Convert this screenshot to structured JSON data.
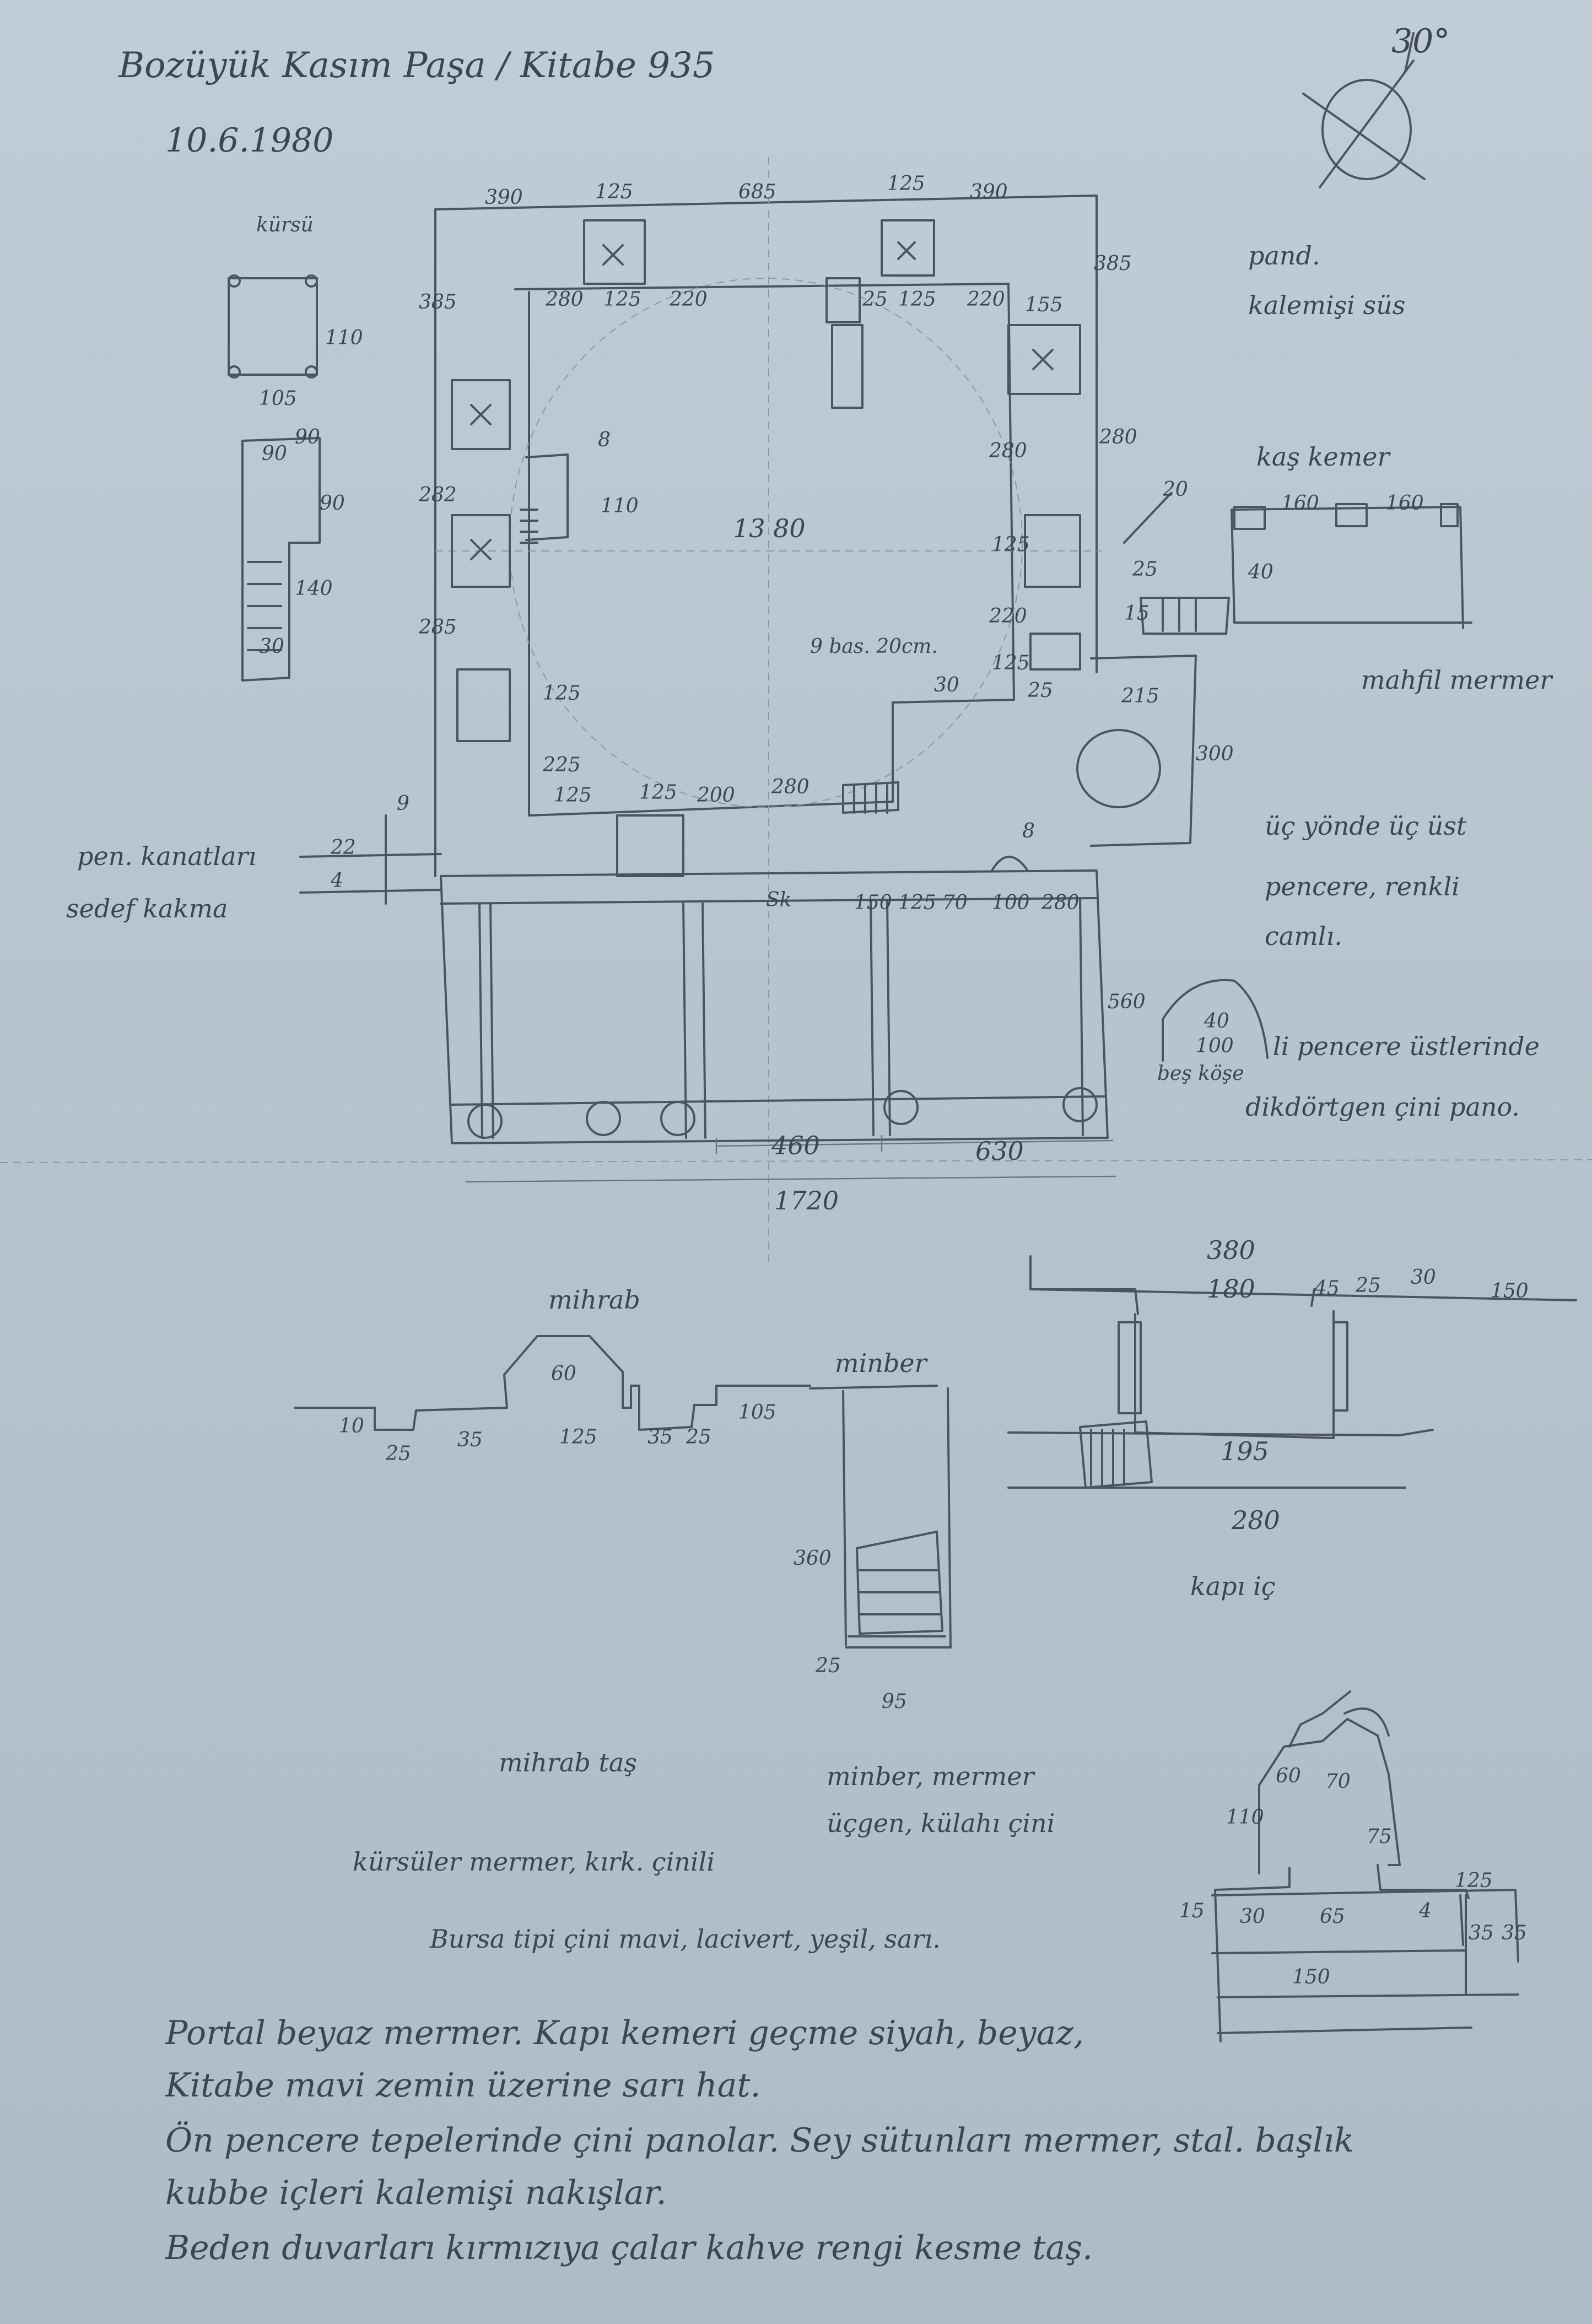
{
  "header": {
    "title": "Bozüyük Kasım Paşa / Kitabe 935",
    "date": "10.6.1980"
  },
  "compass": {
    "angle": "30°"
  },
  "plan": {
    "top_dims": [
      "390",
      "125",
      "685",
      "125",
      "390"
    ],
    "inner_top_dims": [
      "280",
      "125",
      "220",
      "25",
      "125",
      "220"
    ],
    "right_dims": [
      "385",
      "155",
      "280",
      "280",
      "125",
      "220",
      "125",
      "25",
      "215",
      "300",
      "560"
    ],
    "left_dims": [
      "385",
      "110",
      "282",
      "125",
      "285",
      "225",
      "125",
      "100",
      "8"
    ],
    "bottom_inner_dims": [
      "125",
      "200",
      "280"
    ],
    "dome_span": "13 80",
    "dome_note": "9 bas. 20cm.",
    "dome_note_dim": "30",
    "portico_dims": [
      "150",
      "125",
      "70",
      "100",
      "280"
    ],
    "portico_8": "8",
    "bottom_dims": [
      "460",
      "630"
    ],
    "total_width": "1720",
    "left_small_dims": [
      "9",
      "22",
      "4"
    ],
    "sk": "Sk"
  },
  "small_sketches": {
    "kursu_label": "kürsü",
    "kursu_dims": [
      "110",
      "105"
    ],
    "step_dims": [
      "90",
      "90",
      "90",
      "140",
      "30"
    ]
  },
  "notes_right": {
    "pand": "pand.",
    "kalem": "kalemişi süs",
    "kas_kemer": "kaş kemer",
    "kas_dims": [
      "160",
      "160"
    ],
    "kas_side": [
      "20",
      "25",
      "15",
      "40"
    ],
    "mahfil": "mahfil mermer",
    "uc_yonde": [
      "üç yönde üç üst",
      "pencere, renkli",
      "camlı."
    ],
    "arch_dims": [
      "40",
      "100"
    ],
    "arch_side": "beş köşe",
    "pencere_note": [
      "li pencere üstlerinde",
      "dikdörtgen çini pano."
    ]
  },
  "mihrab": {
    "label": "mihrab",
    "dims": [
      "10",
      "25",
      "35",
      "60",
      "125",
      "35",
      "25",
      "105"
    ]
  },
  "minber": {
    "label": "minber",
    "dims": [
      "360",
      "25",
      "95"
    ]
  },
  "kapi": {
    "dims": [
      "380",
      "180",
      "45",
      "25",
      "30",
      "150",
      "195",
      "280"
    ],
    "label": "kapı iç"
  },
  "profile": {
    "dims": [
      "60",
      "70",
      "110",
      "75",
      "125",
      "15",
      "30",
      "65",
      "4",
      "35",
      "35",
      "150"
    ]
  },
  "notes_bottom": {
    "mihrab_tas": "mihrab taş",
    "minber_note": [
      "minber, mermer",
      "üçgen, külahı çini"
    ],
    "kursuler": "kürsüler mermer, kırk. çinili",
    "bursa": "Bursa tipi çini mavi, lacivert, yeşil, sarı.",
    "paragraph": [
      "Portal beyaz mermer. Kapı kemeri geçme siyah, beyaz,",
      "Kitabe mavi zemin üzerine sarı hat.",
      "Ön pencere tepelerinde çini panolar. Sey sütunları mermer, stal. başlık",
      "kubbe içleri kalemişi nakışlar.",
      "Beden duvarları kırmızıya çalar kahve rengi kesme taş."
    ],
    "left_margin": [
      "pen. kanatları",
      "sedef kakma"
    ]
  }
}
